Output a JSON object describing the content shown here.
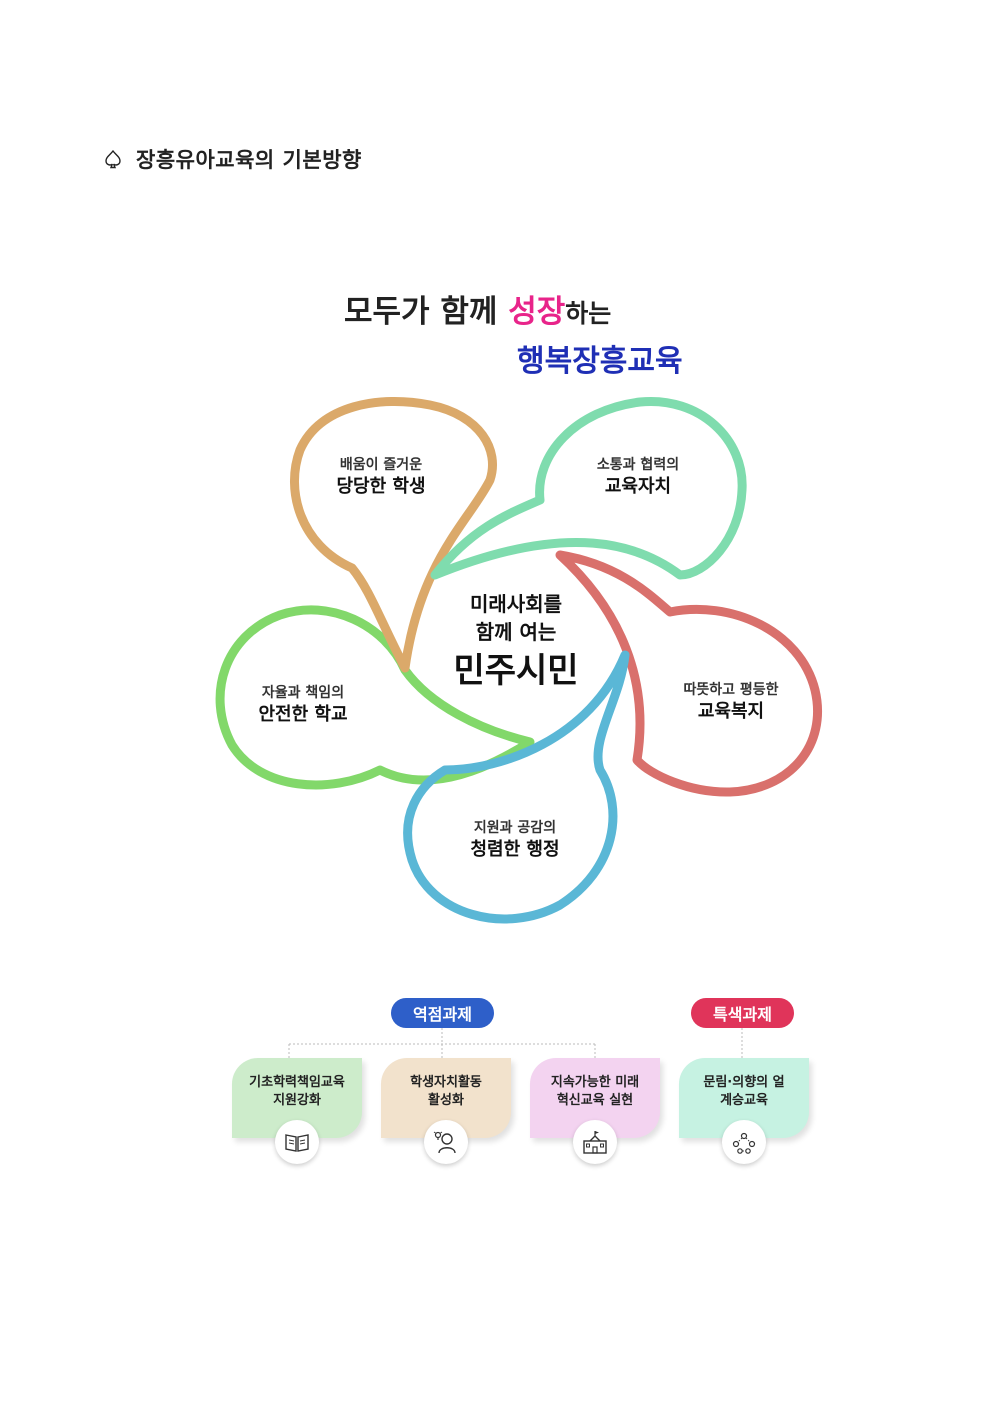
{
  "heading": {
    "text": "장흥유아교육의 기본방향",
    "icon": "spade-outline-icon"
  },
  "slogan": {
    "line1_prefix": "모두가 함께 ",
    "line1_highlight": "성장",
    "line1_suffix": "하는",
    "line2": "행복장흥교육",
    "highlight_color": "#e8248a",
    "line2_color": "#1f2fb5"
  },
  "center": {
    "line1": "미래사회를",
    "line2": "함께 여는",
    "line3": "민주시민"
  },
  "bubbles": [
    {
      "top": "배움이 즐거운",
      "bottom": "당당한 학생",
      "color": "#dba96a"
    },
    {
      "top": "소통과 협력의",
      "bottom": "교육자치",
      "color": "#7fdcae"
    },
    {
      "top": "따뜻하고 평등한",
      "bottom": "교육복지",
      "color": "#d9706c"
    },
    {
      "top": "지원과 공감의",
      "bottom": "청렴한 행정",
      "color": "#5ab7d6"
    },
    {
      "top": "자율과 책임의",
      "bottom": "안전한 학교",
      "color": "#82d86a"
    }
  ],
  "tasks": {
    "core_label": "역점과제",
    "special_label": "특색과제",
    "core_color": "#2e5fc9",
    "special_color": "#e0345a",
    "cards": [
      {
        "line1": "기초학력책임교육",
        "line2": "지원강화",
        "icon": "book-icon"
      },
      {
        "line1": "학생자치활동",
        "line2": "활성화",
        "icon": "student-idea-icon"
      },
      {
        "line1": "지속가능한 미래",
        "line2": "혁신교육 실현",
        "icon": "school-building-icon"
      },
      {
        "line1": "문림·의향의 얼",
        "line2": "계승교육",
        "icon": "people-network-icon"
      }
    ]
  }
}
